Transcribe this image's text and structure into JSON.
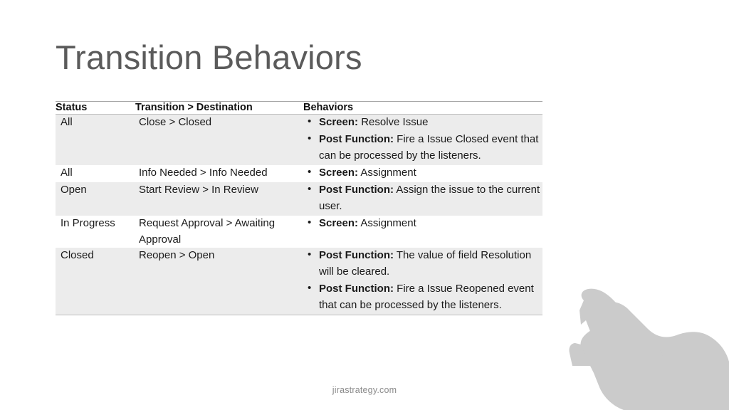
{
  "slide": {
    "title": "Transition Behaviors",
    "title_color": "#5b5b5b",
    "background_color": "#ffffff",
    "watermark": "jirastrategy.com"
  },
  "table": {
    "headers": {
      "status": "Status",
      "transition": "Transition > Destination",
      "behaviors": "Behaviors"
    },
    "band_color": "#ececec",
    "rows": [
      {
        "status": "All",
        "transition": "Close > Closed",
        "behaviors": [
          {
            "label": "Screen:",
            "text": " Resolve Issue"
          },
          {
            "label": "Post Function:",
            "text": " Fire a Issue Closed event that can be processed by the listeners."
          }
        ]
      },
      {
        "status": "All",
        "transition": "Info Needed > Info Needed",
        "behaviors": [
          {
            "label": "Screen:",
            "text": " Assignment"
          }
        ]
      },
      {
        "status": "Open",
        "transition": "Start Review > In Review",
        "behaviors": [
          {
            "label": "Post Function:",
            "text": " Assign the issue to the current user."
          }
        ]
      },
      {
        "status": "In Progress",
        "transition": "Request Approval > Awaiting Approval",
        "behaviors": [
          {
            "label": "Screen:",
            "text": "  Assignment"
          }
        ]
      },
      {
        "status": "Closed",
        "transition": "Reopen > Open",
        "behaviors": [
          {
            "label": "Post Function:",
            "text": " The value of field Resolution will be cleared."
          },
          {
            "label": "Post Function:",
            "text": " Fire a Issue Reopened event that can be processed by the listeners."
          }
        ]
      }
    ]
  },
  "decoration": {
    "mascot": "crocodile-silhouette",
    "mascot_color": "#cbcbcb"
  }
}
